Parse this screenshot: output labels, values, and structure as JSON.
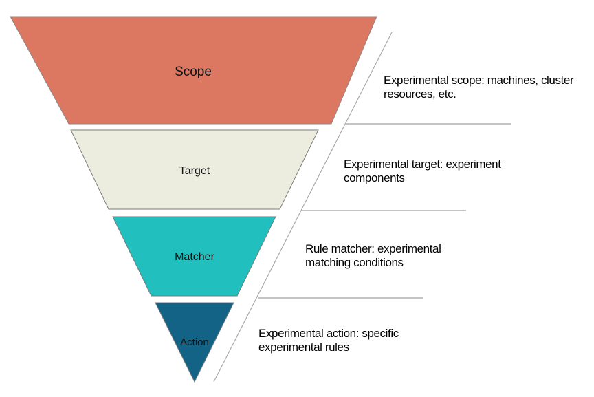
{
  "title": "Experiment funnel",
  "colors": {
    "scope": "#dc7762",
    "target": "#eceddf",
    "matcher": "#22bfbf",
    "action": "#136386",
    "line": "#a8a8a8"
  },
  "levels": [
    {
      "label": "Scope",
      "description_line1": "Experimental scope: machines, cluster",
      "description_line2": "resources, etc."
    },
    {
      "label": "Target",
      "description_line1": "Experimental target: experiment",
      "description_line2": "components"
    },
    {
      "label": "Matcher",
      "description_line1": "Rule matcher: experimental",
      "description_line2": "matching conditions"
    },
    {
      "label": "Action",
      "description_line1": "Experimental action: specific",
      "description_line2": "experimental rules"
    }
  ]
}
